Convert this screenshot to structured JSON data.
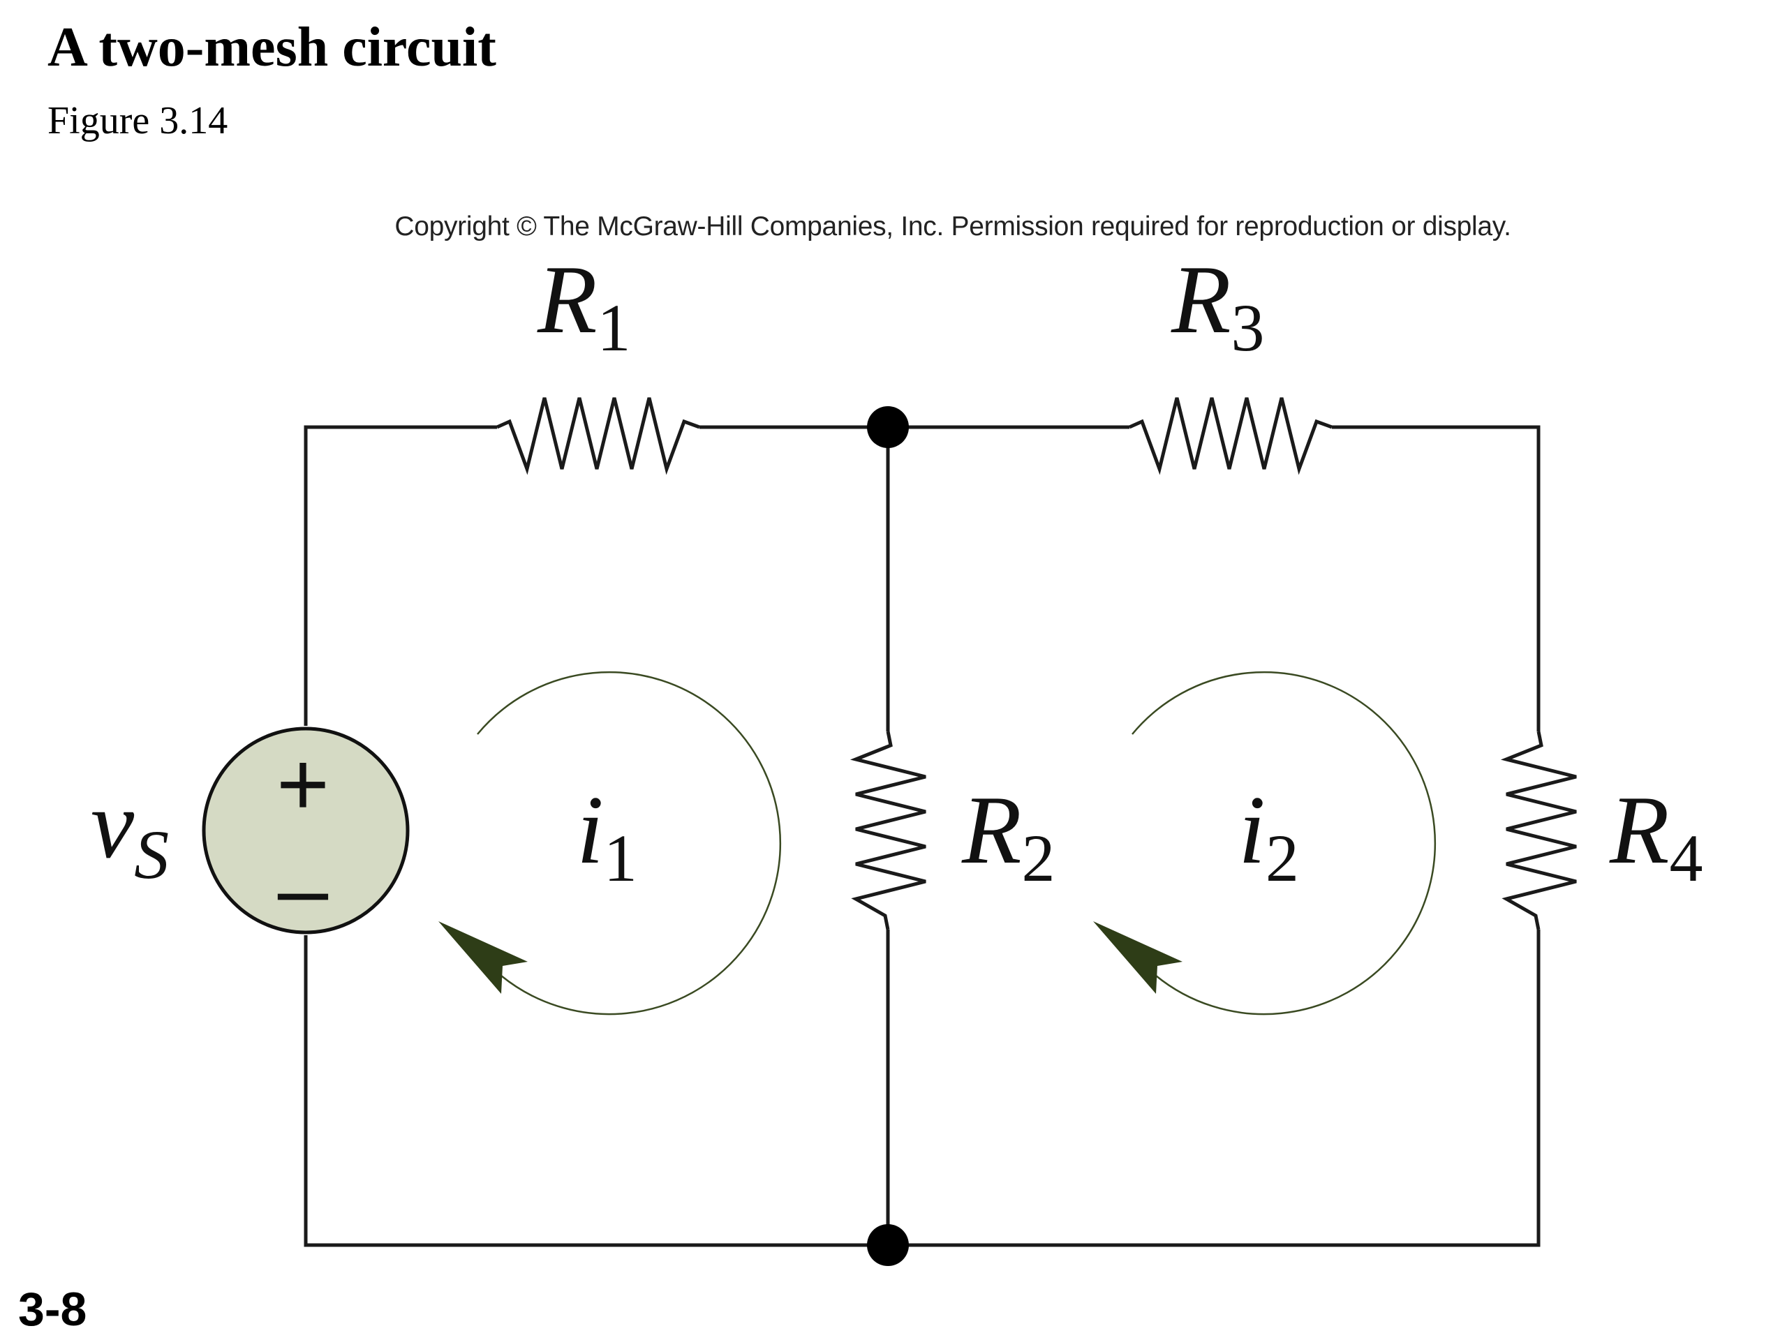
{
  "slide": {
    "title": "A two-mesh circuit",
    "caption": "Figure 3.14",
    "copyright": "Copyright © The McGraw-Hill Companies, Inc. Permission required for reproduction or display.",
    "slide_number": "3-8"
  },
  "circuit": {
    "source": {
      "label_main": "v",
      "label_sub": "S",
      "plus_sign": "+",
      "minus_sign": "–",
      "fill_color": "#d5dac4"
    },
    "resistors": [
      {
        "main": "R",
        "sub": "1"
      },
      {
        "main": "R",
        "sub": "2"
      },
      {
        "main": "R",
        "sub": "3"
      },
      {
        "main": "R",
        "sub": "4"
      }
    ],
    "mesh_currents": [
      {
        "main": "i",
        "sub": "1"
      },
      {
        "main": "i",
        "sub": "2"
      }
    ],
    "arrow_color": "#2e3d17"
  }
}
